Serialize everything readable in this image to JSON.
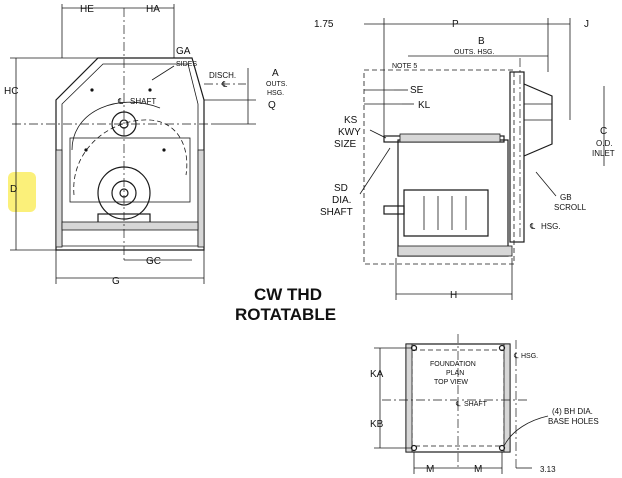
{
  "title": {
    "line1": "CW THD",
    "line2": "ROTATABLE"
  },
  "highlight_color": "#fbf07a",
  "front_view": {
    "he": "HE",
    "ha": "HA",
    "ga": "GA",
    "sides": "SIDES",
    "disch": "DISCH.",
    "a": "A",
    "outs": "OUTS.",
    "hsg": "HSG.",
    "q": "Q",
    "hc": "HC",
    "shaft": "SHAFT",
    "d": "D",
    "g": "G",
    "gc": "GC"
  },
  "side_view": {
    "dim_175": "1.75",
    "p": "P",
    "j": "J",
    "b": "B",
    "b_sub": "OUTS. HSG.",
    "note5": "NOTE 5",
    "se": "SE",
    "kl": "KL",
    "ks": "KS",
    "kwy": "KWY",
    "size": "SIZE",
    "sd": "SD",
    "dia": "DIA.",
    "shaft": "SHAFT",
    "c": "C",
    "od": "O.D.",
    "inlet": "INLET",
    "gb": "GB",
    "scroll": "SCROLL",
    "hsg": "HSG.",
    "h": "H"
  },
  "foundation": {
    "line1": "FOUNDATION",
    "line2": "PLAN",
    "line3": "TOP VIEW",
    "hsg": "HSG.",
    "shaft": "SHAFT",
    "ka": "KA",
    "kb": "KB",
    "m1": "M",
    "m2": "M",
    "holes1": "(4) BH DIA.",
    "holes2": "BASE HOLES",
    "dim_313": "3.13"
  }
}
